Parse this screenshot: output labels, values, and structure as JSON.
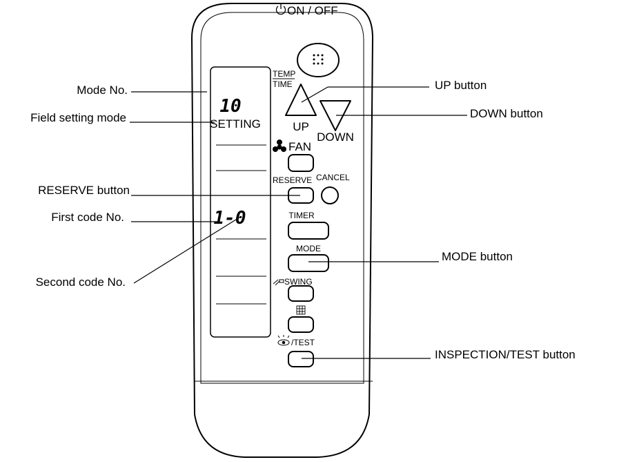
{
  "callouts": {
    "mode_no": "Mode No.",
    "field_setting_mode": "Field setting mode",
    "reserve_button": "RESERVE button",
    "first_code_no": "First code No.",
    "second_code_no": "Second code No.",
    "up_button": "UP button",
    "down_button": "DOWN button",
    "mode_button": "MODE button",
    "inspection_test_button": "INSPECTION/TEST button"
  },
  "remote": {
    "on_off": "ON / OFF",
    "temp": "TEMP",
    "time": "TIME",
    "up": "UP",
    "down": "DOWN",
    "fan": "FAN",
    "reserve": "RESERVE",
    "cancel": "CANCEL",
    "timer": "TIMER",
    "mode": "MODE",
    "swing": "SWING",
    "test": "/TEST"
  },
  "display": {
    "mode_number": "10",
    "setting": "SETTING",
    "code": "1-0"
  },
  "icons": [
    "power-icon",
    "fan-icon",
    "swing-icon",
    "grid-icon",
    "eye-icon"
  ]
}
